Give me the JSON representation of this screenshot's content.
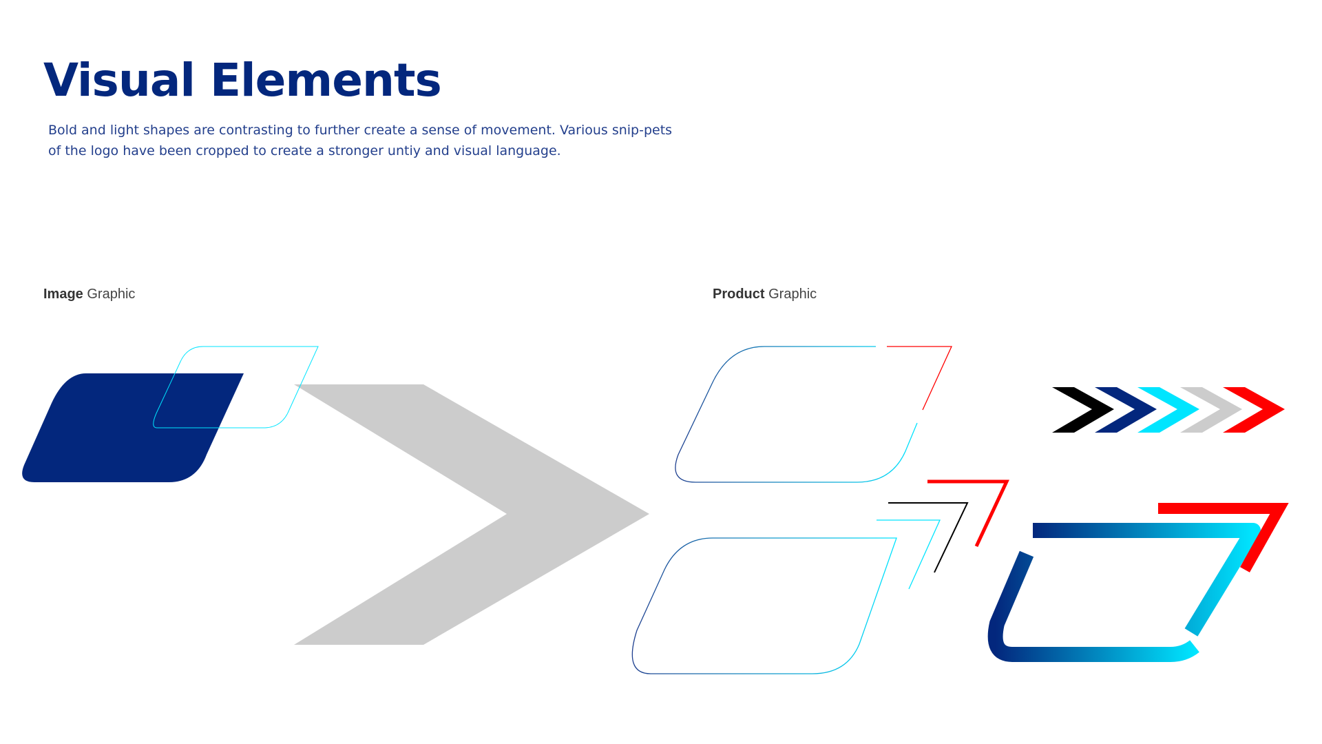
{
  "header": {
    "title": "Visual Elements",
    "description": "Bold and light shapes are contrasting to further create a sense of movement. Various snip-pets of the logo have been cropped to create a stronger untiy and visual language."
  },
  "sections": {
    "image_graphic": {
      "bold": "Image",
      "light": "Graphic"
    },
    "product_graphic": {
      "bold": "Product",
      "light": "Graphic"
    }
  },
  "colors": {
    "navy": "#03277d",
    "cyan": "#00e5ff",
    "gray": "#cccccc",
    "red": "#ff0000",
    "black": "#000000"
  },
  "chevron_strip": [
    "black",
    "navy",
    "cyan",
    "gray",
    "red"
  ]
}
